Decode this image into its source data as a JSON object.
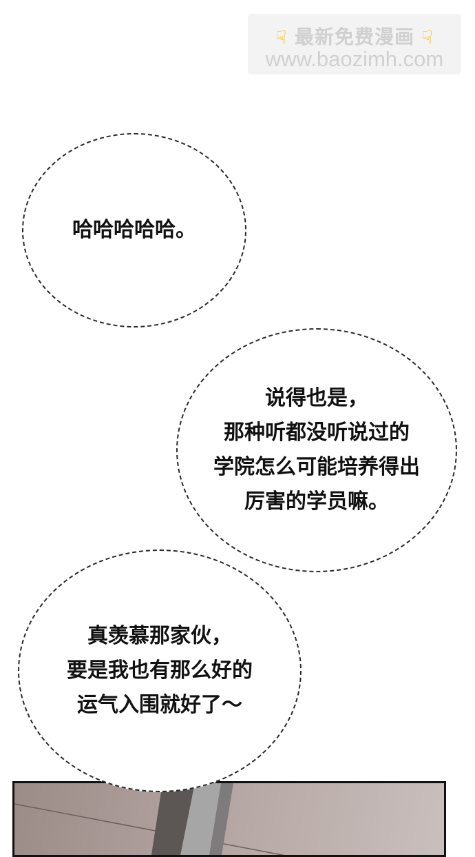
{
  "watermark": {
    "title": "最新免费漫画",
    "url": "www.baozimh.com",
    "hand_icon": "pointing-down-hand-icon",
    "hand_color": "#f5b700"
  },
  "bubbles": [
    {
      "text": "哈哈哈哈哈。"
    },
    {
      "text": "说得也是，\n那种听都没听说过的\n学院怎么可能培养得出\n厉害的学员嘛。"
    },
    {
      "text": "真羡慕那家伙，\n要是我也有那么好的\n运气入围就好了～"
    }
  ],
  "colors": {
    "background": "#ffffff",
    "panel_tone": "#b7a9a6",
    "ink": "#111111"
  }
}
